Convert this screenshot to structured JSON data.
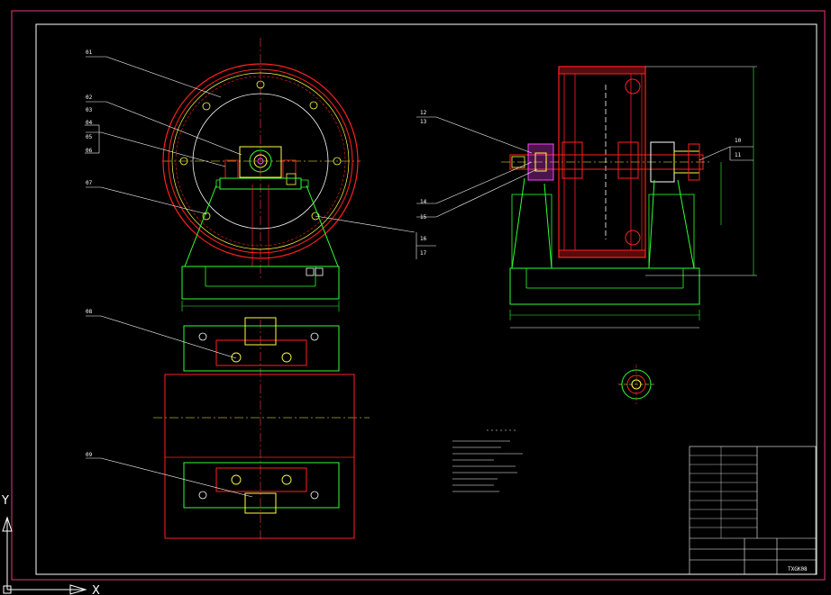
{
  "colors": {
    "background": "#000000",
    "outer_frame": "#c0306a",
    "inner_frame": "#ffffff",
    "part_red": "#ff2020",
    "part_green": "#30ff30",
    "part_white": "#ffffff",
    "part_magenta": "#ff40ff",
    "part_yellow": "#ffff40"
  },
  "callouts_left": {
    "c01": "01",
    "c02": "02",
    "c03": "03",
    "c04": "04",
    "c05": "05",
    "c06": "06",
    "c07": "07",
    "c08": "08",
    "c09": "09"
  },
  "callouts_right": {
    "c10": "10",
    "c11": "11",
    "c12": "12",
    "c13": "13",
    "c14": "14",
    "c15": "15",
    "c16": "16",
    "c17": "17"
  },
  "title_block": {
    "drawing_no": "TXGK08"
  },
  "ucs": {
    "y_label": "Y",
    "x_label": "X"
  }
}
